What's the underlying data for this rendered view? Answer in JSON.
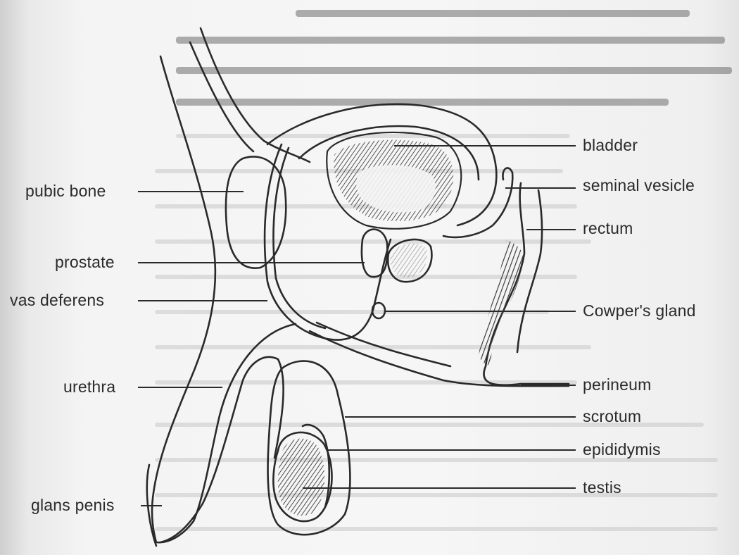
{
  "labels_left": {
    "pubic_bone": "pubic bone",
    "prostate": "prostate",
    "vas_deferens": "vas deferens",
    "urethra": "urethra",
    "glans_penis": "glans penis"
  },
  "labels_right": {
    "bladder": "bladder",
    "seminal_vesicle": "seminal vesicle",
    "rectum": "rectum",
    "cowpers_gland": "Cowper's gland",
    "perineum": "perineum",
    "scrotum": "scrotum",
    "epididymis": "epididymis",
    "testis": "testis"
  },
  "colors": {
    "ink": "#2a2a2a",
    "paper": "#f4f4f4",
    "hatch": "#3a3a3a"
  }
}
